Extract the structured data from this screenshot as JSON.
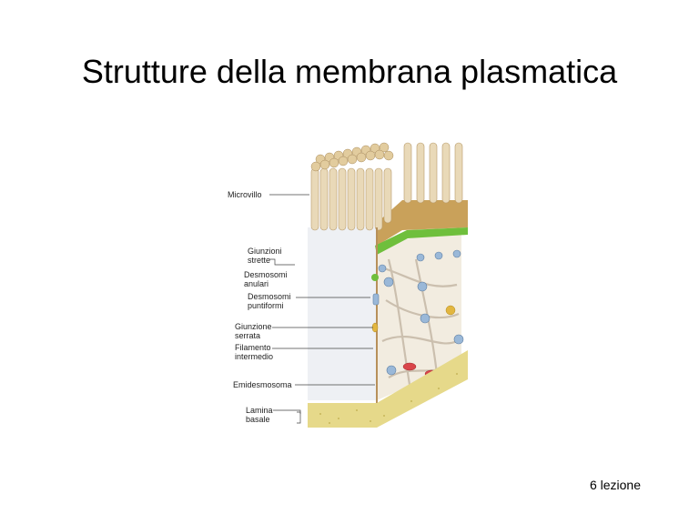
{
  "slide": {
    "title": "Strutture della membrana plasmatica",
    "footer": "6 lezione"
  },
  "figure": {
    "labels": {
      "microvillo": "Microvillo",
      "giunzioni_strette": "Giunzioni\nstrette",
      "desmosomi_anulari": "Desmosomi\nanulari",
      "desmosomi_puntiformi": "Desmosomi\npuntiformi",
      "giunzione_serrata": "Giunzione\nserrata",
      "filamento_intermedio": "Filamento\nintermedio",
      "emidesmosoma": "Emidesmosoma",
      "lamina_basale": "Lamina\nbasale"
    },
    "colors": {
      "microvilli": "#e9d9b8",
      "tight_junction": "#6fbf3c",
      "basal_lamina": "#e6d98a",
      "desmosome": "#9ab8d8",
      "gap_junction": "#e2b640",
      "filament_red": "#d9454a"
    }
  }
}
